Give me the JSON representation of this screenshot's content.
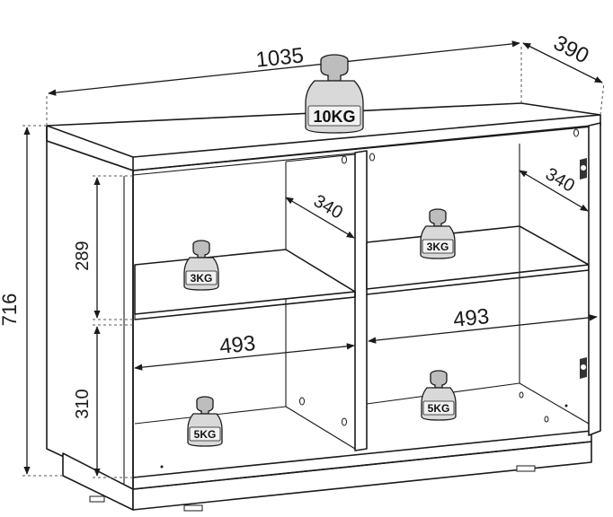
{
  "dimensions": {
    "width": "1035",
    "depth": "390",
    "height": "716",
    "shelf_depth_left": "340",
    "shelf_depth_right": "340",
    "upper_compartment_height": "289",
    "lower_compartment_height": "310",
    "compartment_width_left": "493",
    "compartment_width_right": "493"
  },
  "load_labels": {
    "top": "10KG",
    "shelf_left": "3KG",
    "shelf_right": "3KG",
    "bottom_left": "5KG",
    "bottom_right": "5KG"
  },
  "colors": {
    "line": "#1a1a1a",
    "weight_fill": "#d9d9d9"
  }
}
